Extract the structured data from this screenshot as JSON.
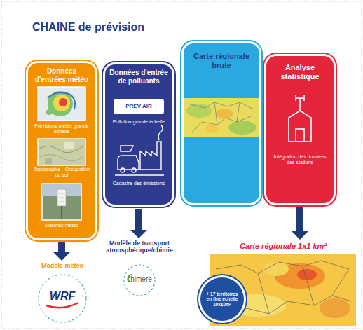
{
  "diagram": {
    "title": "CHAINE de prévision",
    "nodes": [
      {
        "text": [
          "Données d'entrées météo",
          "Prévisions météo grande échelle",
          "Topographie - Occupation du sol",
          "Mesures météo"
        ]
      },
      {
        "text": [
          "Données d'entrée de polluants",
          "PREV AIR",
          "Pollution grande échelle",
          "Cadastre des émissions"
        ]
      },
      {
        "text": [
          "Carte régionale brute"
        ]
      },
      {
        "text": [
          "Analyse statistique",
          "Intégration des données des stations"
        ]
      },
      {
        "text": [
          "Modèle météo",
          "WRF"
        ]
      },
      {
        "text": [
          "Modèle de transport atmosphérique/chimie",
          "chimere"
        ]
      },
      {
        "text": [
          "Carte régionale 1x1 km²"
        ]
      },
      {
        "text": [
          "+ 17 territoires en fine échelle 10x10m²"
        ]
      }
    ],
    "edges": [
      {
        "from": 0,
        "to": 4,
        "arrow": "to"
      },
      {
        "from": 1,
        "to": 5,
        "arrow": "to"
      },
      {
        "from": 3,
        "to": 6,
        "arrow": "to"
      }
    ]
  }
}
